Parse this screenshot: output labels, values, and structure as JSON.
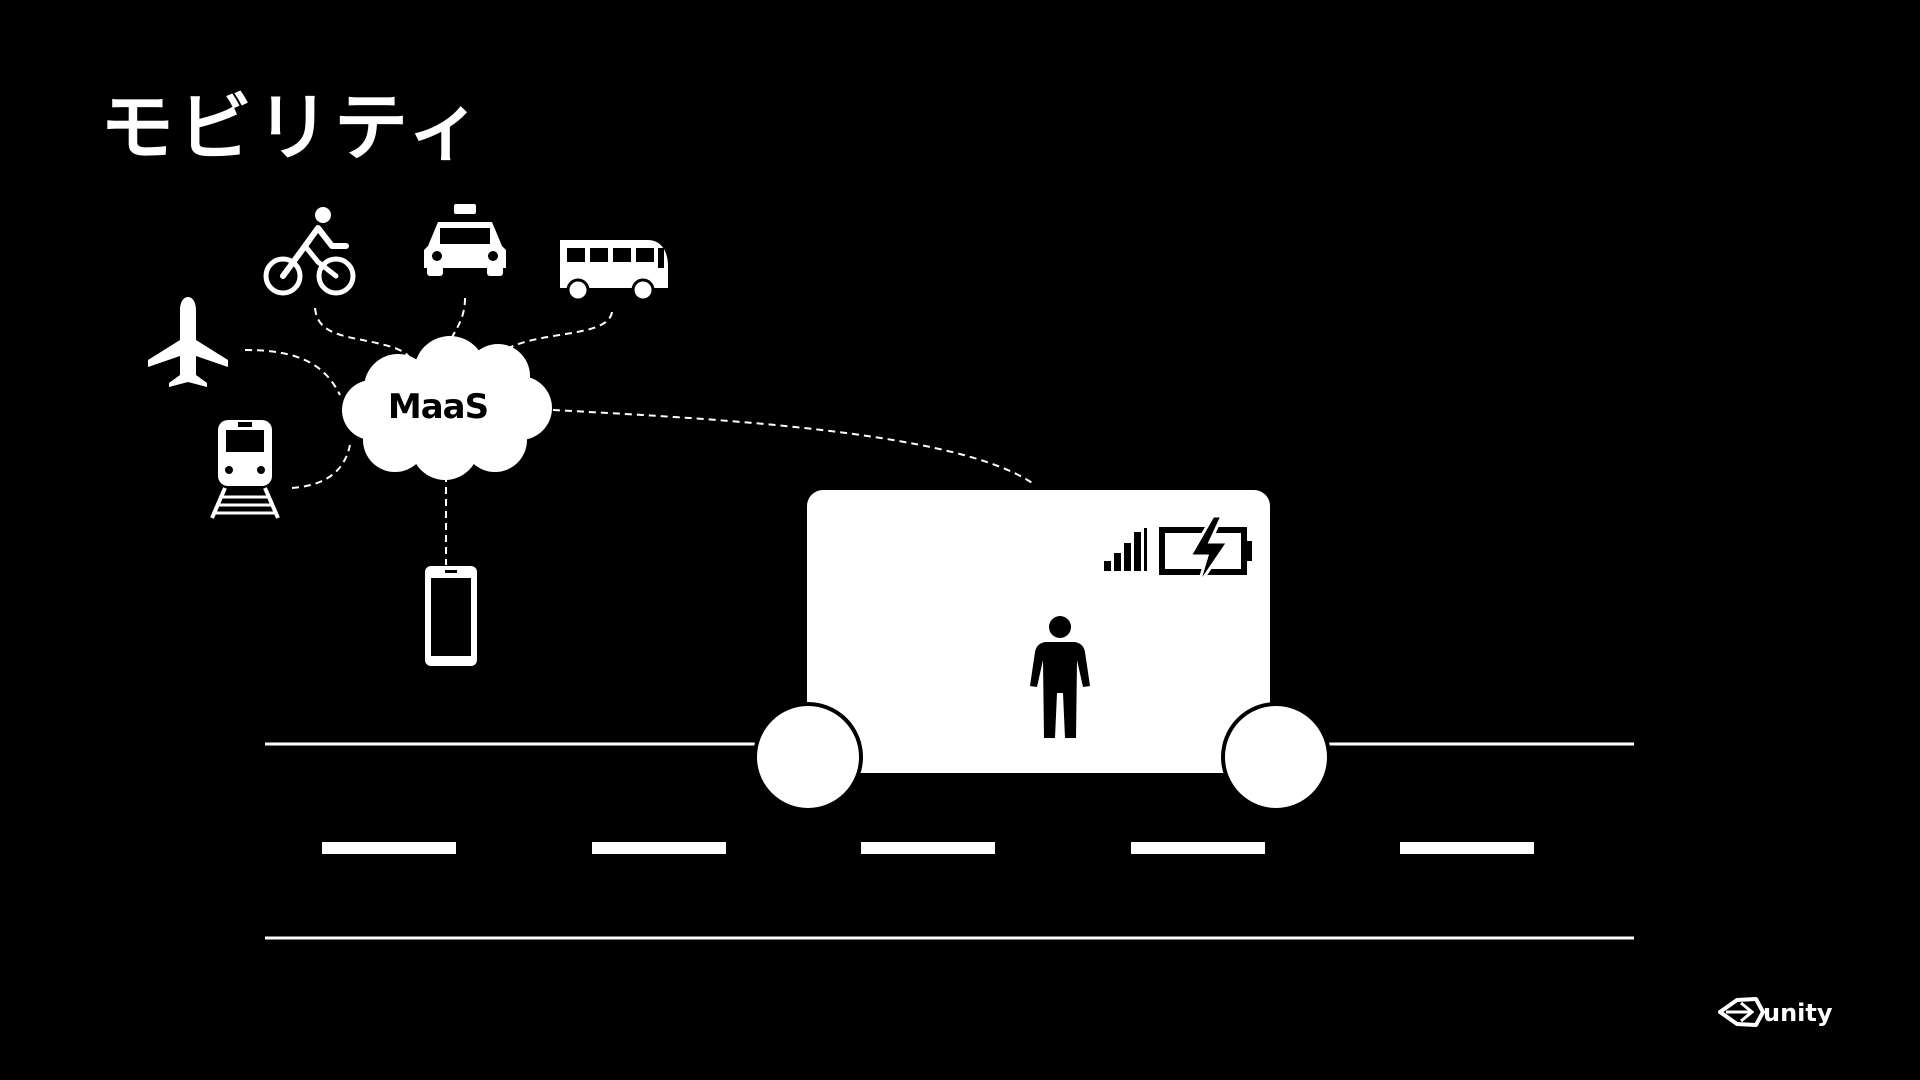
{
  "slide": {
    "title": "モビリティ",
    "hub_label": "MaaS",
    "brand": "unity"
  },
  "icons": [
    "airplane-icon",
    "bicycle-icon",
    "taxi-icon",
    "bus-icon",
    "train-icon",
    "smartphone-icon",
    "signal-bars-icon",
    "battery-charging-icon",
    "person-icon",
    "unity-logo-icon"
  ],
  "colors": {
    "background": "#000000",
    "foreground": "#ffffff"
  }
}
